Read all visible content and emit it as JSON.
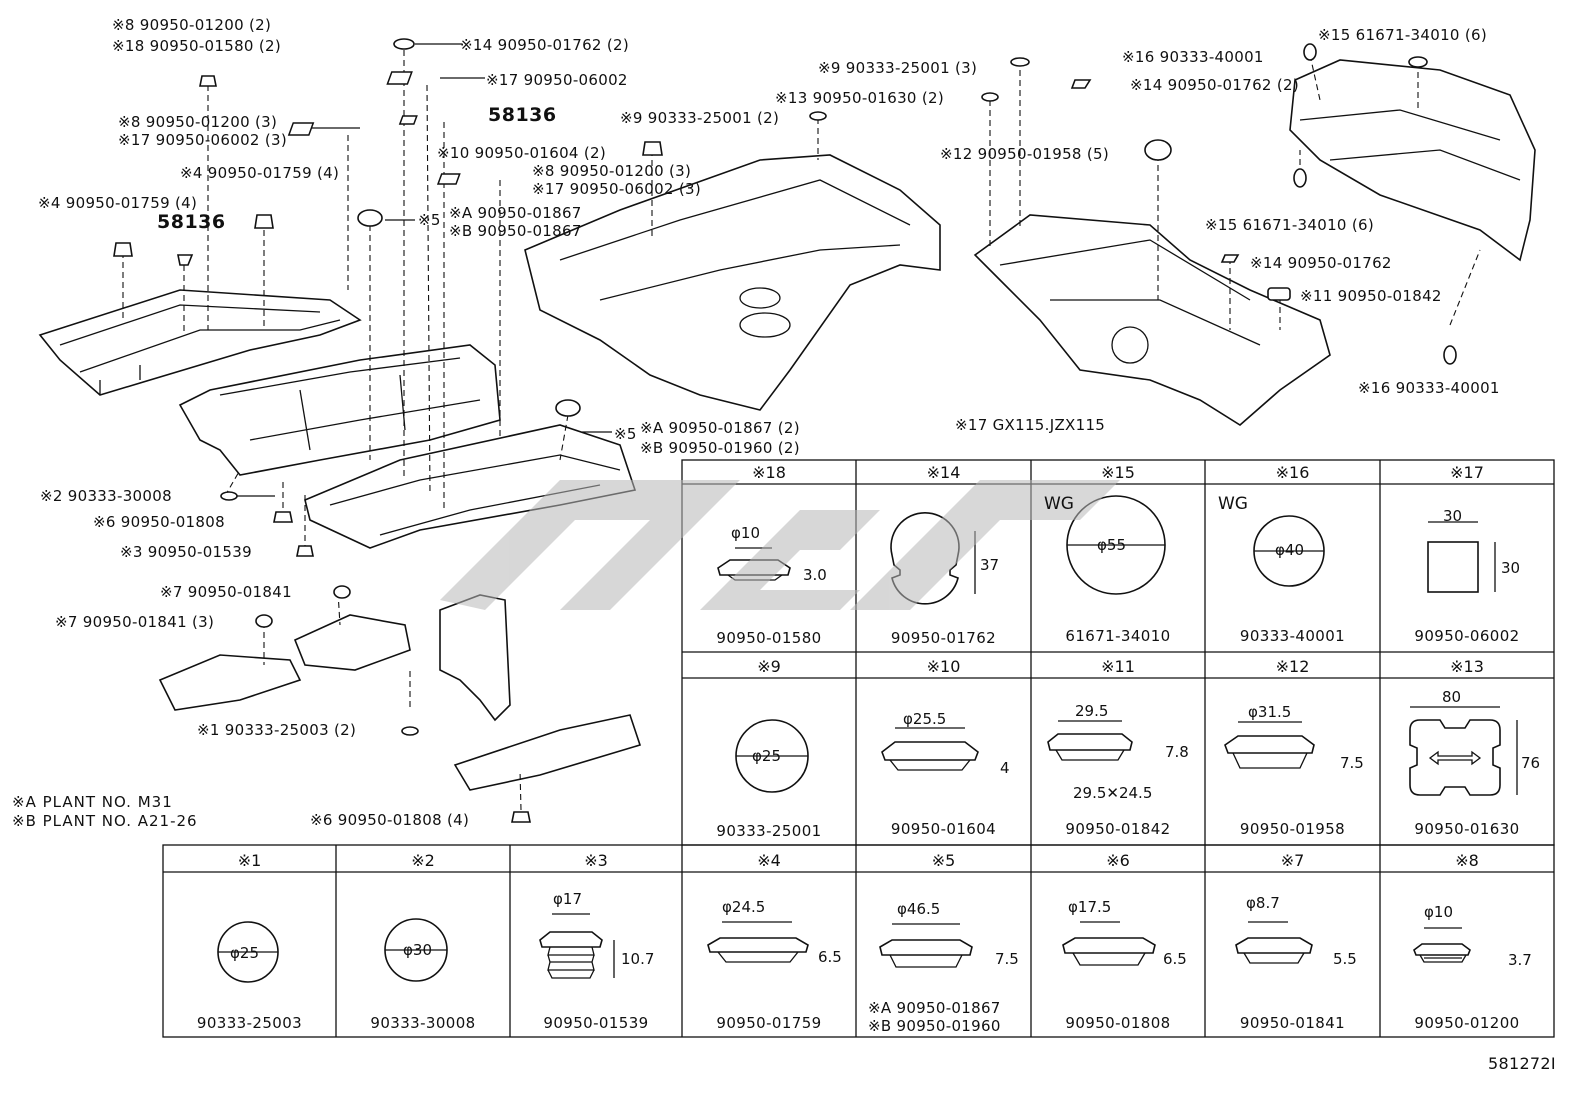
{
  "callouts": [
    {
      "id": "c1",
      "text": "※8  90950-01200 (2)"
    },
    {
      "id": "c2",
      "text": "※18 90950-01580 (2)"
    },
    {
      "id": "c3",
      "text": "※14 90950-01762 (2)"
    },
    {
      "id": "c4",
      "text": "※17 90950-06002"
    },
    {
      "id": "c5",
      "text": "58136"
    },
    {
      "id": "c6",
      "text": "※8  90950-01200 (3)"
    },
    {
      "id": "c7",
      "text": "※17 90950-06002 (3)"
    },
    {
      "id": "c8",
      "text": "※4 90950-01759 (4)"
    },
    {
      "id": "c9",
      "text": "※4 90950-01759 (4)"
    },
    {
      "id": "c10",
      "text": "58136"
    },
    {
      "id": "c11",
      "text": "※5"
    },
    {
      "id": "c12",
      "text": "※9 90333-25001 (2)"
    },
    {
      "id": "c13",
      "text": "※10 90950-01604 (2)"
    },
    {
      "id": "c14",
      "text": "※8  90950-01200 (3)"
    },
    {
      "id": "c15",
      "text": "※17 90950-06002 (3)"
    },
    {
      "id": "c16",
      "text": "※A 90950-01867"
    },
    {
      "id": "c17",
      "text": "※B 90950-01867"
    },
    {
      "id": "c18",
      "text": "※9 90333-25001 (3)"
    },
    {
      "id": "c19",
      "text": "※13 90950-01630 (2)"
    },
    {
      "id": "c20",
      "text": "※16 90333-40001"
    },
    {
      "id": "c21",
      "text": "※15  61671-34010 (6)"
    },
    {
      "id": "c22",
      "text": "※14 90950-01762 (2)"
    },
    {
      "id": "c23",
      "text": "※12 90950-01958 (5)"
    },
    {
      "id": "c24",
      "text": "※15  61671-34010 (6)"
    },
    {
      "id": "c25",
      "text": "※14 90950-01762"
    },
    {
      "id": "c26",
      "text": "※11 90950-01842"
    },
    {
      "id": "c27",
      "text": "※16 90333-40001"
    },
    {
      "id": "c28",
      "text": "※17 GX115.JZX115"
    },
    {
      "id": "c29",
      "text": "※5"
    },
    {
      "id": "c30",
      "text": "※A 90950-01867 (2)"
    },
    {
      "id": "c31",
      "text": "※B 90950-01960 (2)"
    },
    {
      "id": "c32",
      "text": "※2 90333-30008"
    },
    {
      "id": "c33",
      "text": "※6 90950-01808"
    },
    {
      "id": "c34",
      "text": "※3 90950-01539"
    },
    {
      "id": "c35",
      "text": "※7  90950-01841"
    },
    {
      "id": "c36",
      "text": "※7 90950-01841 (3)"
    },
    {
      "id": "c37",
      "text": "※1 90333-25003 (2)"
    },
    {
      "id": "c38",
      "text": "※6 90950-01808 (4)"
    }
  ],
  "notes": {
    "plant_a": "※A  PLANT  NO. M31",
    "plant_b": "※B  PLANT  NO. A21-26"
  },
  "tables": {
    "upper_row1": [
      {
        "head": "※18",
        "part": "90950-01580",
        "dims": [
          "φ10",
          "3.0"
        ],
        "tag": ""
      },
      {
        "head": "※14",
        "part": "90950-01762",
        "dims": [
          "37"
        ],
        "tag": ""
      },
      {
        "head": "※15",
        "part": "61671-34010",
        "dims": [
          "φ55"
        ],
        "tag": "WG"
      },
      {
        "head": "※16",
        "part": "90333-40001",
        "dims": [
          "φ40"
        ],
        "tag": "WG"
      },
      {
        "head": "※17",
        "part": "90950-06002",
        "dims": [
          "30",
          "30"
        ],
        "tag": ""
      }
    ],
    "upper_row2": [
      {
        "head": "※9",
        "part": "90333-25001",
        "dims": [
          "φ25"
        ],
        "extra": ""
      },
      {
        "head": "※10",
        "part": "90950-01604",
        "dims": [
          "φ25.5",
          "4"
        ],
        "extra": ""
      },
      {
        "head": "※11",
        "part": "90950-01842",
        "dims": [
          "29.5",
          "7.8"
        ],
        "extra": "29.5✕24.5"
      },
      {
        "head": "※12",
        "part": "90950-01958",
        "dims": [
          "φ31.5",
          "7.5"
        ],
        "extra": ""
      },
      {
        "head": "※13",
        "part": "90950-01630",
        "dims": [
          "80",
          "76"
        ],
        "extra": ""
      }
    ],
    "lower_row": [
      {
        "head": "※1",
        "part": "90333-25003",
        "dims": [
          "φ25"
        ]
      },
      {
        "head": "※2",
        "part": "90333-30008",
        "dims": [
          "φ30"
        ]
      },
      {
        "head": "※3",
        "part": "90950-01539",
        "dims": [
          "φ17",
          "10.7"
        ]
      },
      {
        "head": "※4",
        "part": "90950-01759",
        "dims": [
          "φ24.5",
          "6.5"
        ]
      },
      {
        "head": "※5",
        "part": "",
        "dims": [
          "φ46.5",
          "7.5"
        ],
        "sub": [
          "※A  90950-01867",
          "※B  90950-01960"
        ]
      },
      {
        "head": "※6",
        "part": "90950-01808",
        "dims": [
          "φ17.5",
          "6.5"
        ]
      },
      {
        "head": "※7",
        "part": "90950-01841",
        "dims": [
          "φ8.7",
          "5.5"
        ]
      },
      {
        "head": "※8",
        "part": "90950-01200",
        "dims": [
          "φ10",
          "3.7"
        ]
      }
    ]
  },
  "figure_id": "581272I"
}
